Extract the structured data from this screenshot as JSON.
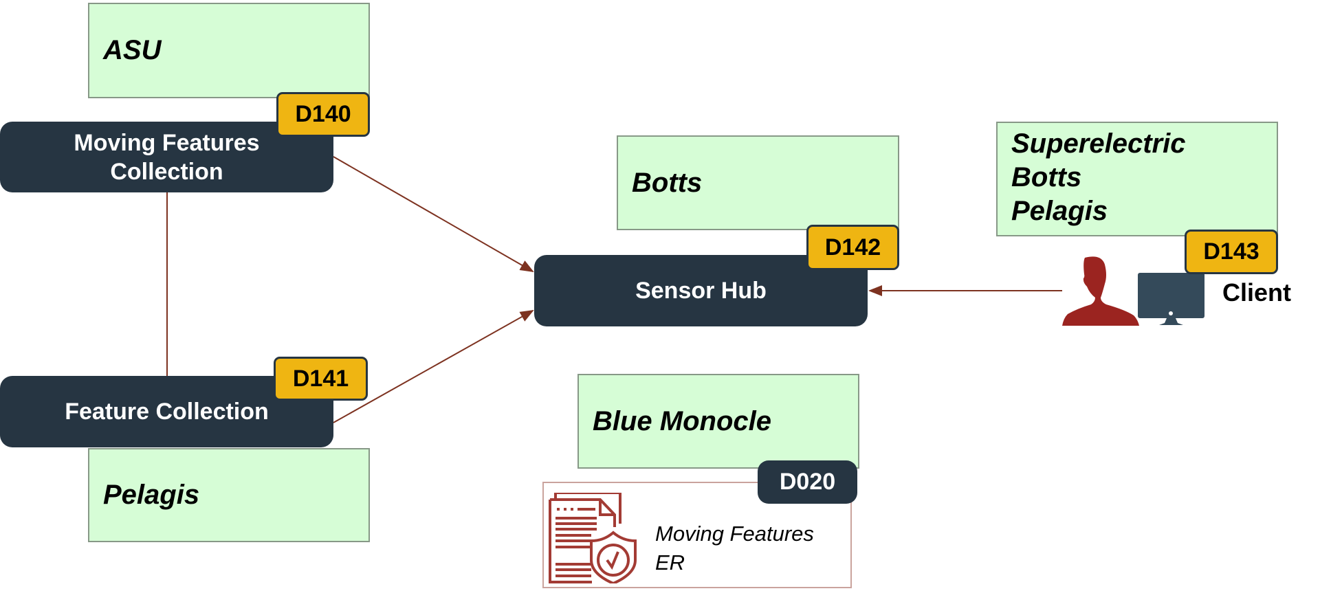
{
  "diagram": {
    "organizations": {
      "asu": "ASU",
      "pelagis_left": "Pelagis",
      "botts": "Botts",
      "client_orgs": [
        "Superelectric",
        "Botts",
        "Pelagis"
      ],
      "blue_monocle": "Blue Monocle"
    },
    "components": {
      "moving_features_collection": [
        "Moving Features",
        "Collection"
      ],
      "feature_collection": "Feature Collection",
      "sensor_hub": "Sensor Hub",
      "client": "Client",
      "engineering_report": [
        "Moving Features",
        "ER"
      ]
    },
    "badges": {
      "moving_features_collection": "D140",
      "feature_collection": "D141",
      "sensor_hub": "D142",
      "client": "D143",
      "engineering_report": "D020"
    },
    "connections": [
      {
        "from": "Moving Features Collection",
        "to": "Sensor Hub",
        "arrow": true
      },
      {
        "from": "Feature Collection",
        "to": "Sensor Hub",
        "arrow": true
      },
      {
        "from": "Client",
        "to": "Sensor Hub",
        "arrow": true
      },
      {
        "from": "Moving Features Collection",
        "to": "Feature Collection",
        "arrow": false
      }
    ],
    "colors": {
      "node_fill": "#263542",
      "badge_fill": "#efb512",
      "org_fill": "#d6fdd6",
      "connector": "#7d3220",
      "user_icon": "#9b2420",
      "monitor_icon": "#344a5a"
    }
  }
}
